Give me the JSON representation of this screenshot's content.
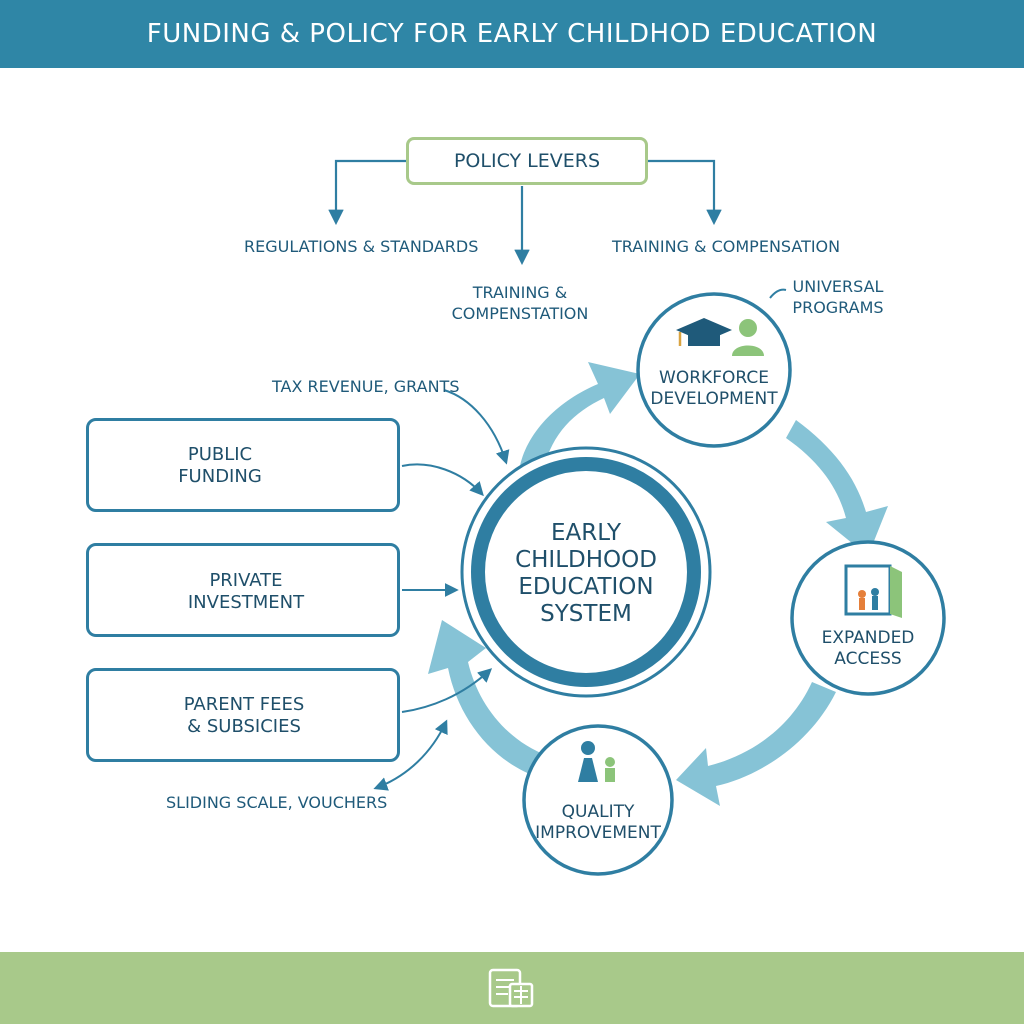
{
  "header": {
    "title": "FUNDING & POLICY FOR EARLY CHILDHOD EDUCATION"
  },
  "policy": {
    "title": "POLICY LEVERS",
    "branches": [
      "REGULATIONS & STANDARDS",
      "TRAINING &\nCOMPENSTATION",
      "TRAINING & COMPENSATION"
    ]
  },
  "annotations": {
    "universal": "UNIVERSAL\nPROGRAMS",
    "tax": "TAX REVENUE, GRANTS",
    "sliding": "SLIDING SCALE, VOUCHERS"
  },
  "funding_sources": [
    {
      "label": "PUBLIC\nFUNDING",
      "icons": [
        "bank-icon",
        "coins-icon",
        "magnifier-bank-icon"
      ]
    },
    {
      "label": "PRIVATE\nINVESTMENT",
      "icons": [
        "star-icon",
        "briefcase-icon",
        "magnifier-icon",
        "bar-chart-icon"
      ]
    },
    {
      "label": "PARENT FEES\n& SUBSICIES",
      "icons": [
        "family-icon",
        "star-icon",
        "piggy-bank-icon"
      ]
    }
  ],
  "center": {
    "label": "EARLY\nCHILDHOOD\nEDUCATION\nSYSTEM"
  },
  "cycle": [
    {
      "label": "WORKFORCE\nDEVELOPMENT",
      "icons": [
        "graduation-cap-icon",
        "person-icon"
      ]
    },
    {
      "label": "EXPANDED\nACCESS",
      "icons": [
        "open-door-icon"
      ]
    },
    {
      "label": "QUALITY\nIMPROVEMENT",
      "icons": [
        "parent-child-icon"
      ]
    }
  ],
  "footer": {
    "icon": "document-icon"
  },
  "colors": {
    "header": "#2f86a6",
    "footer": "#a8c98a",
    "primary": "#2f7ea2",
    "cycle_arrow": "#86c3d6",
    "policy_border": "#a8c98a"
  }
}
